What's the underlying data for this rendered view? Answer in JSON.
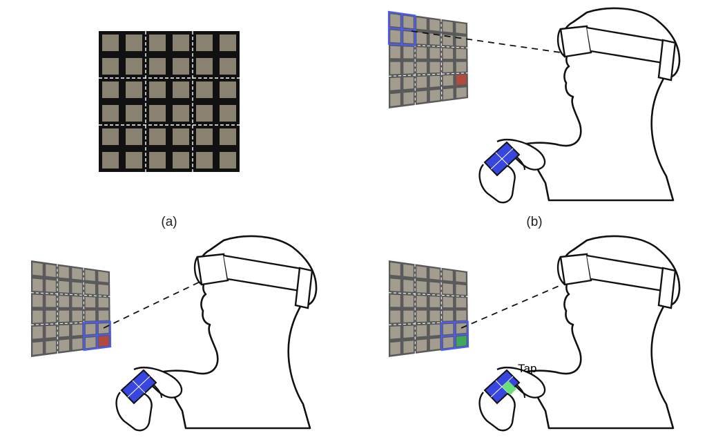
{
  "figure": {
    "panels": [
      {
        "id": "a",
        "label": "(a)"
      },
      {
        "id": "b",
        "label": "(b)"
      },
      {
        "id": "c",
        "label": ""
      },
      {
        "id": "d",
        "label": "",
        "action_label": "Tap"
      }
    ],
    "grid": {
      "rows": 6,
      "cols": 6
    },
    "colors": {
      "cell": "#a39d8f",
      "cell_flat": "#898270",
      "grid_line": "#555555",
      "highlight": "#4a5cff",
      "target": "#b24a3f",
      "target_hit": "#3fa85a",
      "phone_screen": "#3846e0",
      "phone_tap": "#69e07a",
      "outline": "#111111"
    }
  }
}
